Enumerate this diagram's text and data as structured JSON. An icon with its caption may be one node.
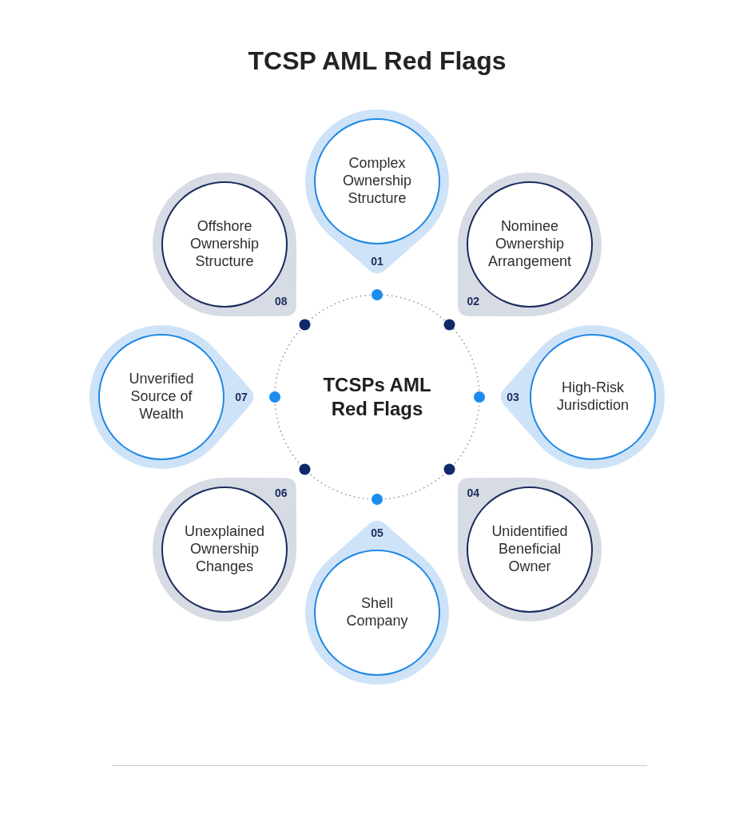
{
  "diagram": {
    "title": "TCSP AML Red Flags",
    "nodes": [
      {
        "text": [
          "TCSPs AML Red Flags"
        ]
      },
      {
        "text": [
          "Complex Ownership Structure",
          "01"
        ]
      },
      {
        "text": [
          "Nominee Ownership Arrangement",
          "02"
        ]
      },
      {
        "text": [
          "03",
          "High-Risk Jurisdiction"
        ]
      },
      {
        "text": [
          "04",
          "Unidentified Beneficial Owner"
        ]
      },
      {
        "text": [
          "05",
          "Shell Company"
        ]
      },
      {
        "text": [
          "06",
          "Unexplained Ownership Changes"
        ]
      },
      {
        "text": [
          "Unverified Source of Wealth",
          "07"
        ]
      },
      {
        "text": [
          "Offshore Ownership Structure",
          "08"
        ]
      }
    ]
  }
}
